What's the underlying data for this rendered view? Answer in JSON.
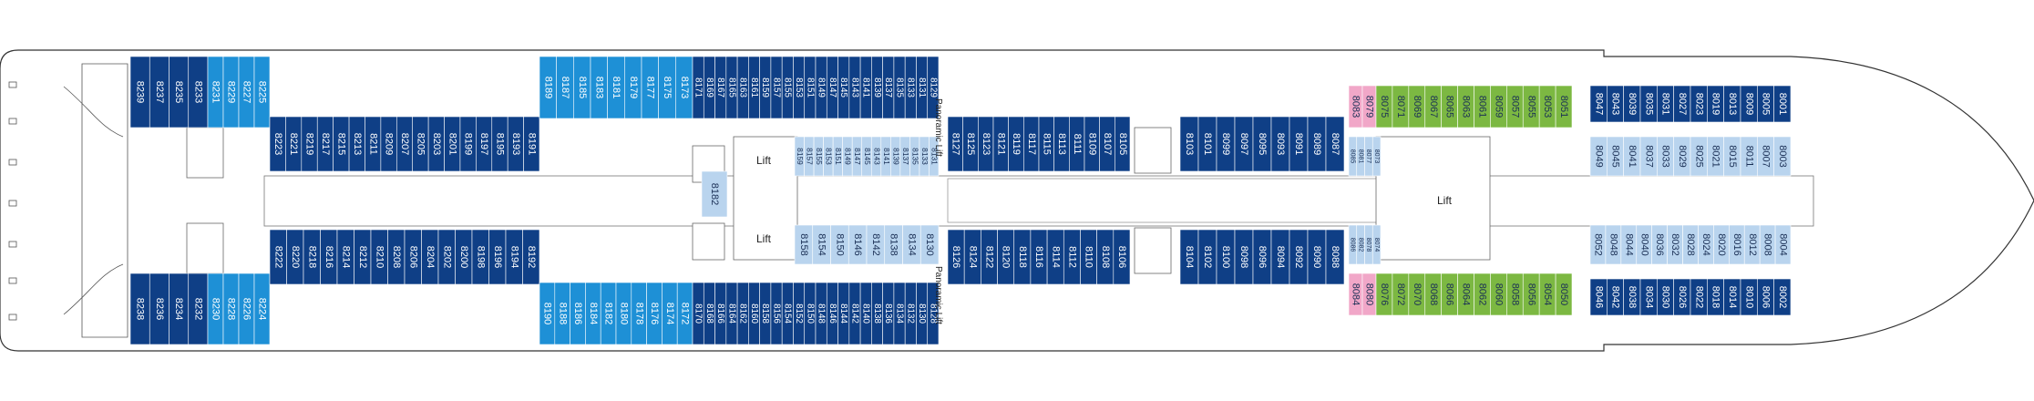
{
  "deck": {
    "colors": {
      "dark": "#0f3f86",
      "mid": "#1e90d6",
      "light": "#b9d4ee",
      "green": "#7cb842",
      "pink": "#f1a7c8",
      "outline": "#333333",
      "hull": "#ffffff"
    },
    "labels": {
      "lift_fore": "Lift",
      "lift_mid_upper": "Lift",
      "lift_mid_lower": "Lift",
      "panoramic_upper": "Panoramic Lift",
      "panoramic_lower": "Panoramic Lift"
    },
    "blocks": [
      {
        "id": "aft-top-outer-dark",
        "color": "dark",
        "vertical": true,
        "cabins": [
          "8239",
          "8237",
          "8235",
          "8233"
        ]
      },
      {
        "id": "aft-top-outer-mid",
        "color": "mid",
        "vertical": true,
        "cabins": [
          "8231",
          "8229",
          "8227",
          "8225"
        ]
      },
      {
        "id": "aft-top-inner-dark",
        "color": "dark",
        "vertical": true,
        "cabins": [
          "8223",
          "8221",
          "8219",
          "8217",
          "8215",
          "8213",
          "8211",
          "8209",
          "8207",
          "8205",
          "8203",
          "8201",
          "8199",
          "8197",
          "8195",
          "8193",
          "8191"
        ]
      },
      {
        "id": "aft-mid-top-mid",
        "color": "mid",
        "vertical": true,
        "cabins": [
          "8189",
          "8187",
          "8185",
          "8183",
          "8181",
          "8179",
          "8177",
          "8175",
          "8173"
        ]
      },
      {
        "id": "mid-top-outer-dark",
        "color": "dark",
        "vertical": true,
        "cabins": [
          "8171",
          "8169",
          "8167",
          "8165",
          "8163",
          "8161",
          "8159",
          "8157",
          "8155",
          "8153",
          "8151",
          "8149",
          "8147",
          "8145",
          "8143",
          "8141",
          "8139",
          "8137",
          "8135",
          "8133",
          "8131",
          "8129"
        ]
      },
      {
        "id": "mid-top-inner-light",
        "color": "light",
        "vertical": true,
        "cabins": [
          "8159",
          "8157",
          "8155",
          "8153",
          "8151",
          "8149",
          "8147",
          "8145",
          "8143",
          "8141",
          "8139",
          "8137",
          "8135",
          "8133",
          "8131"
        ]
      },
      {
        "id": "fwd-mid-top-inner-dark",
        "color": "dark",
        "vertical": true,
        "cabins": [
          "8127",
          "8125",
          "8123",
          "8121",
          "8119",
          "8117",
          "8115",
          "8113",
          "8111",
          "8109",
          "8107",
          "8105"
        ]
      },
      {
        "id": "fwd-top-inner-dark",
        "color": "dark",
        "vertical": true,
        "cabins": [
          "8103",
          "8101",
          "8099",
          "8097",
          "8095",
          "8093",
          "8091",
          "8089",
          "8087"
        ]
      },
      {
        "id": "fwd-top-outer-pink",
        "color": "pink",
        "vertical": true,
        "cabins": [
          "8083",
          "8079"
        ]
      },
      {
        "id": "fwd-top-outer-green",
        "color": "green",
        "vertical": true,
        "cabins": [
          "8075",
          "8071",
          "8069",
          "8067",
          "8065",
          "8063",
          "8061",
          "8059",
          "8057",
          "8055",
          "8053",
          "8051"
        ]
      },
      {
        "id": "fwd-top-inner-light",
        "color": "light",
        "vertical": true,
        "cabins": [
          "8085",
          "8081",
          "8077",
          "8073"
        ]
      },
      {
        "id": "bow-top-outer-dark",
        "color": "dark",
        "vertical": true,
        "cabins": [
          "8047",
          "8043",
          "8039",
          "8035",
          "8031",
          "8027",
          "8023",
          "8019",
          "8013",
          "8009",
          "8005",
          "8001"
        ]
      },
      {
        "id": "bow-top-inner-light",
        "color": "light",
        "vertical": true,
        "cabins": [
          "8049",
          "8045",
          "8041",
          "8037",
          "8033",
          "8029",
          "8025",
          "8021",
          "8015",
          "8011",
          "8007",
          "8003"
        ]
      },
      {
        "id": "aft-bot-outer-dark",
        "color": "dark",
        "vertical": true,
        "cabins": [
          "8238",
          "8236",
          "8234",
          "8232"
        ]
      },
      {
        "id": "aft-bot-outer-mid",
        "color": "mid",
        "vertical": true,
        "cabins": [
          "8230",
          "8228",
          "8226",
          "8224"
        ]
      },
      {
        "id": "aft-bot-inner-dark",
        "color": "dark",
        "vertical": true,
        "cabins": [
          "8222",
          "8220",
          "8218",
          "8216",
          "8214",
          "8212",
          "8210",
          "8208",
          "8206",
          "8204",
          "8202",
          "8200",
          "8198",
          "8196",
          "8194",
          "8192"
        ]
      },
      {
        "id": "aft-mid-bot-mid",
        "color": "mid",
        "vertical": true,
        "cabins": [
          "8190",
          "8188",
          "8186",
          "8184",
          "8182",
          "8180",
          "8178",
          "8176",
          "8174",
          "8172"
        ]
      },
      {
        "id": "mid-bot-outer-dark",
        "color": "dark",
        "vertical": true,
        "cabins": [
          "8170",
          "8168",
          "8166",
          "8164",
          "8162",
          "8160",
          "8158",
          "8156",
          "8154",
          "8152",
          "8150",
          "8148",
          "8146",
          "8144",
          "8142",
          "8140",
          "8138",
          "8136",
          "8134",
          "8132",
          "8130",
          "8128"
        ]
      },
      {
        "id": "mid-bot-inner-light",
        "color": "light",
        "vertical": true,
        "cabins": [
          "8158",
          "8154",
          "8150",
          "8146",
          "8142",
          "8138",
          "8134",
          "8130"
        ]
      },
      {
        "id": "fwd-mid-bot-inner-dark",
        "color": "dark",
        "vertical": true,
        "cabins": [
          "8126",
          "8124",
          "8122",
          "8120",
          "8118",
          "8116",
          "8114",
          "8112",
          "8110",
          "8108",
          "8106"
        ]
      },
      {
        "id": "fwd-bot-inner-dark",
        "color": "dark",
        "vertical": true,
        "cabins": [
          "8104",
          "8102",
          "8100",
          "8098",
          "8096",
          "8094",
          "8092",
          "8090",
          "8088"
        ]
      },
      {
        "id": "fwd-bot-outer-pink",
        "color": "pink",
        "vertical": true,
        "cabins": [
          "8084",
          "8080"
        ]
      },
      {
        "id": "fwd-bot-outer-green",
        "color": "green",
        "vertical": true,
        "cabins": [
          "8076",
          "8072",
          "8070",
          "8068",
          "8066",
          "8064",
          "8062",
          "8060",
          "8058",
          "8056",
          "8054",
          "8050"
        ]
      },
      {
        "id": "fwd-bot-inner-light",
        "color": "light",
        "vertical": true,
        "cabins": [
          "8086",
          "8082",
          "8078",
          "8074"
        ]
      },
      {
        "id": "bow-bot-outer-dark",
        "color": "dark",
        "vertical": true,
        "cabins": [
          "8046",
          "8042",
          "8038",
          "8034",
          "8030",
          "8026",
          "8022",
          "8018",
          "8014",
          "8010",
          "8006",
          "8002"
        ]
      },
      {
        "id": "bow-bot-inner-light",
        "color": "light",
        "vertical": true,
        "cabins": [
          "8052",
          "8048",
          "8044",
          "8040",
          "8036",
          "8032",
          "8028",
          "8024",
          "8020",
          "8016",
          "8012",
          "8008",
          "8004"
        ]
      },
      {
        "id": "mid-center-light",
        "color": "light",
        "vertical": false,
        "cabins": [
          "8182"
        ]
      }
    ]
  }
}
